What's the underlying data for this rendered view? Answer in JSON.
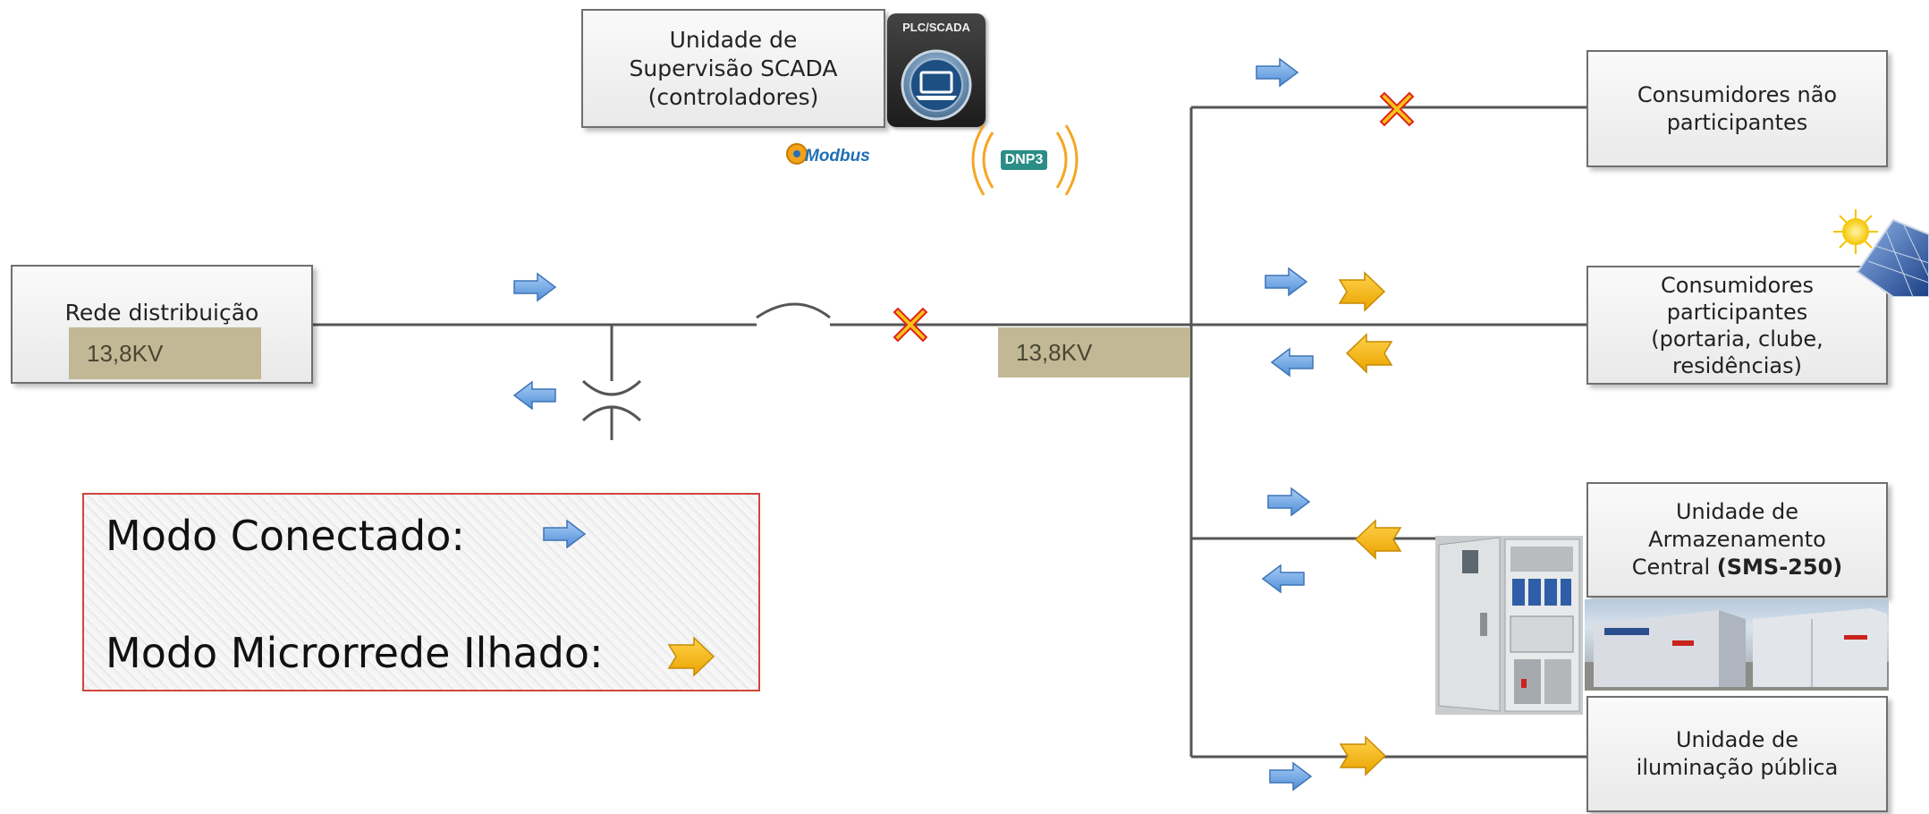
{
  "scada_box": {
    "lines": [
      "Unidade de",
      "Supervisão SCADA",
      "(controladores)"
    ]
  },
  "plc_icon": {
    "label": "PLC/SCADA",
    "icon": "laptop-icon"
  },
  "protocols": {
    "modbus": "Modbus",
    "dnp3": "DNP3"
  },
  "grid_box": {
    "label": "Rede distribuição"
  },
  "grid_voltage": "13,8KV",
  "bus_voltage": "13,8KV",
  "loads": [
    {
      "lines": [
        "Consumidores não",
        "participantes"
      ]
    },
    {
      "lines": [
        "Consumidores",
        "participantes",
        "(portaria, clube,",
        "residências)"
      ]
    },
    {
      "lines": [
        "Unidade de",
        "Armazenamento"
      ],
      "line3_normal": "Central ",
      "line3_bold": "(SMS-250)"
    },
    {
      "lines": [
        "Unidade de",
        "iluminação pública"
      ]
    }
  ],
  "legend": {
    "connected_label": "Modo Conectado:",
    "islanded_label": "Modo Microrrede Ilhado:"
  },
  "colors": {
    "connected_arrow": "#6aa6e8",
    "islanded_arrow": "#f5b80f",
    "breaker_x": "#f5c518",
    "breaker_x_outline": "#e2231a",
    "line": "#555555",
    "voltage_tag": "#c2b895",
    "legend_border": "#d0463b"
  }
}
